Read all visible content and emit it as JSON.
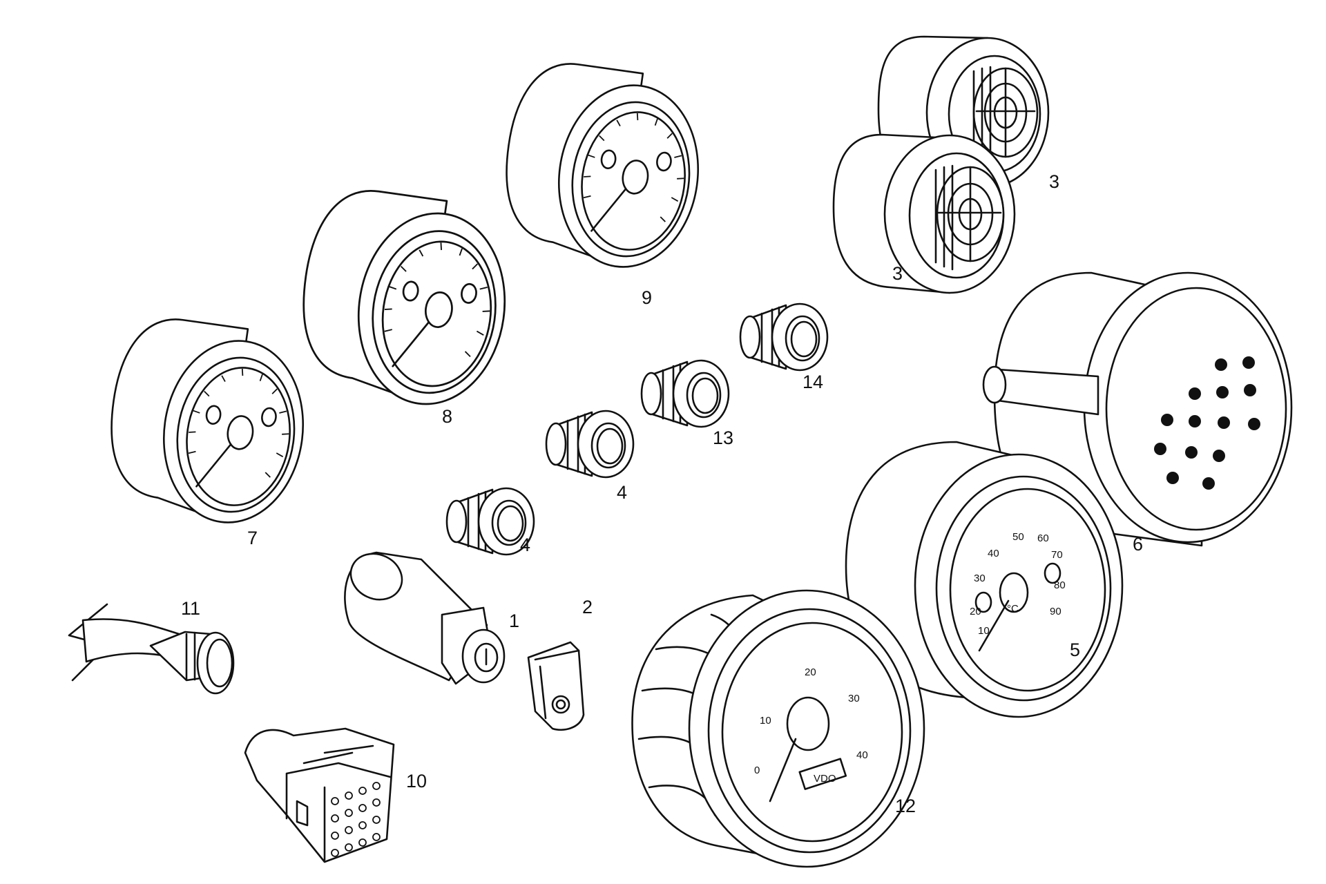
{
  "callouts": {
    "p1": "1",
    "p2": "2",
    "p3a": "3",
    "p3b": "3",
    "p4a": "4",
    "p4b": "4",
    "p5": "5",
    "p6": "6",
    "p7": "7",
    "p8": "8",
    "p9": "9",
    "p10": "10",
    "p11": "11",
    "p12": "12",
    "p13": "13",
    "p14": "14"
  },
  "gauge5": {
    "ticks": [
      "10",
      "20",
      "30",
      "40",
      "50",
      "60",
      "70",
      "80",
      "90"
    ],
    "unit": "°C"
  },
  "gauge12": {
    "ticks": [
      "0",
      "10",
      "20",
      "30",
      "40"
    ],
    "brand": "VDO"
  },
  "colors": {
    "line": "#111111",
    "background": "#ffffff"
  }
}
